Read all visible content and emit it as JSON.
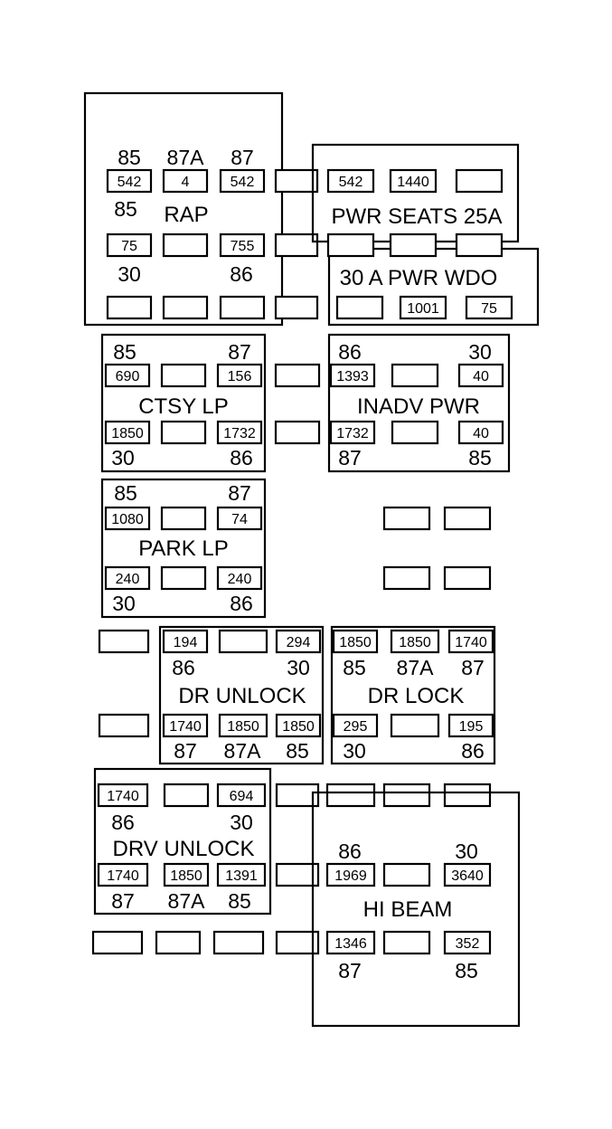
{
  "relays": {
    "rap": {
      "title": "RAP",
      "pin_top": [
        "85",
        "87A",
        "87"
      ],
      "pin_mid": "85",
      "pin_bottom": [
        "30",
        "86"
      ],
      "circuits_top": [
        "542",
        "4",
        "542"
      ],
      "circuits_bottom": [
        "75",
        "755"
      ]
    },
    "pwr_seats": {
      "title": "PWR SEATS 25A",
      "circuits": [
        "542",
        "1440"
      ]
    },
    "pwr_wdo": {
      "title": "30 A PWR WDO",
      "circuits": [
        "1001",
        "75"
      ]
    },
    "ctsy_lp": {
      "title": "CTSY LP",
      "pins_top": [
        "85",
        "87"
      ],
      "pins_bottom": [
        "30",
        "86"
      ],
      "circuits_top": [
        "690",
        "156"
      ],
      "circuits_bottom": [
        "1850",
        "1732"
      ]
    },
    "inadv_pwr": {
      "title": "INADV PWR",
      "pins_top": [
        "86",
        "30"
      ],
      "pins_bottom": [
        "87",
        "85"
      ],
      "circuits_top": [
        "1393",
        "40"
      ],
      "circuits_bottom": [
        "1732",
        "40"
      ]
    },
    "park_lp": {
      "title": "PARK LP",
      "pins_top": [
        "85",
        "87"
      ],
      "pins_bottom": [
        "30",
        "86"
      ],
      "circuits_top": [
        "1080",
        "74"
      ],
      "circuits_bottom": [
        "240",
        "240"
      ]
    },
    "dr_unlock": {
      "title": "DR UNLOCK",
      "pins_top": [
        "86",
        "30"
      ],
      "pins_bottom": [
        "87",
        "87A",
        "85"
      ],
      "circuits_top": [
        "194",
        "294"
      ],
      "circuits_bottom": [
        "1740",
        "1850",
        "1850"
      ]
    },
    "dr_lock": {
      "title": "DR LOCK",
      "pins_top": [
        "85",
        "87A",
        "87"
      ],
      "pins_bottom": [
        "30",
        "86"
      ],
      "circuits_top": [
        "1850",
        "1850",
        "1740"
      ],
      "circuits_bottom": [
        "295",
        "195"
      ]
    },
    "drv_unlock": {
      "title": "DRV UNLOCK",
      "pins_top": [
        "86",
        "30"
      ],
      "pins_bottom": [
        "87",
        "87A",
        "85"
      ],
      "circuits_top": [
        "1740",
        "694"
      ],
      "circuits_bottom": [
        "1740",
        "1850",
        "1391"
      ]
    },
    "hi_beam": {
      "title": "HI BEAM",
      "pins_top": [
        "86",
        "30"
      ],
      "pins_bottom": [
        "87",
        "85"
      ],
      "circuits_top": [
        "1969",
        "3640"
      ],
      "circuits_bottom": [
        "1346",
        "352"
      ]
    }
  }
}
